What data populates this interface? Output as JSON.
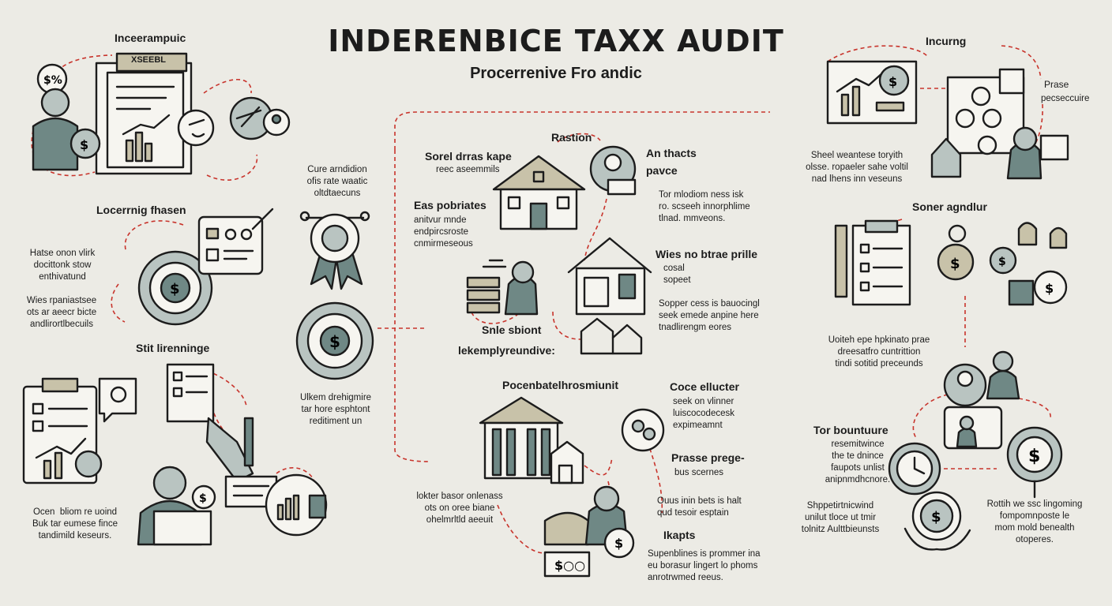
{
  "header": {
    "title": "INDERENBICE TAXX AUDIT",
    "subtitle": "Procerrenive Fro andic"
  },
  "left": {
    "intro_heading": "Inceerampuic",
    "doc_label": "XSEEBL",
    "learning_heading": "Locerrnig fhasen",
    "learning_body1": "Hatse onon vlirk\ndocittonk stow\nenthivatund",
    "learning_body2": "Wies rpaniastsee\nots ar aeecr bicte\nandlirortlbecuils",
    "stit_heading": "Stit lirenninge",
    "bottom_body": "Ocen  bliom re uoind\nBuk tar eumese fince\ntandimild keseurs."
  },
  "center_left": {
    "top_body": "Cure arndidion\nofis rate waatic\noltdtaecuns",
    "bottom_body": "Ulkem drehigmire\ntar hore esphtont\nreditiment un"
  },
  "center": {
    "raction_heading": "Rastion",
    "sorel_heading": "Sorel drras kape",
    "sorel_sub": "reec aseemmils",
    "eas_heading": "Eas  pobriates",
    "eas_body": "anitvur mnde\nendpircsroste\ncnmirmeseous",
    "thacts_heading": "An thacts\npavce",
    "thacts_body": "Tor mlodiom ness isk\nro. scseeh innorphlime\ntlnad. mmveons.",
    "wies_heading": "Wies no btrae prille",
    "wies_sub": "cosal\nsopeet",
    "wies_body": "Sopper cess is bauocingl\nseek emede anpine here\ntnadlirengm eores",
    "snle_heading": "Snle sbiont",
    "lekemp_heading": "lekemplyreundive:",
    "pocen_heading": "Pocenbatelhrosmiunit",
    "coce_heading": "Coce ellucter",
    "coce_body": "seek on vlinner\nluiscocodecesk\nexpimeamnt",
    "prase_heading": "Prasse prege-",
    "prase_sub": "bus scernes",
    "ouus_body": "Ouus inin bets is halt\nqud tesoir esptain",
    "iktor_body": "lokter basor onlenass\nots on oree biane\nohelmrltld aeeuit",
    "kapts_heading": "Ikapts",
    "supen_body": "Supenblines is prommer ina\neu borasur lingert lo phoms\nanrotrwmed reeus.",
    "money_label": "$○○"
  },
  "right": {
    "incuring_heading": "Incurng",
    "prase_heading": "Prase",
    "prase_sub": "pecseccuire",
    "sheel_body": "Sheel weantese toryith\nolsse. ropaeler sahe voltil\nnad lhens inn veseuns",
    "soner_heading": "Soner agndlur",
    "uoiteh_body": "Uoiteh epe hpkinato prae\ndreesatfro cuntrittion\ntindi sotitid preceunds",
    "tor_heading": "Tor bountuure",
    "tor_body": "resemitwince\nthe te dnince\nfaupots unlist\nanipnmdhcnore.",
    "shop_body": "Shppetirtnicwind\nunilut tloce ut tmir\ntolnitz Aulttbieunsts",
    "rotth_body": "Rottih we ssc lingoming\nfompomnposte le\nmom mold benealth\notoperes."
  }
}
